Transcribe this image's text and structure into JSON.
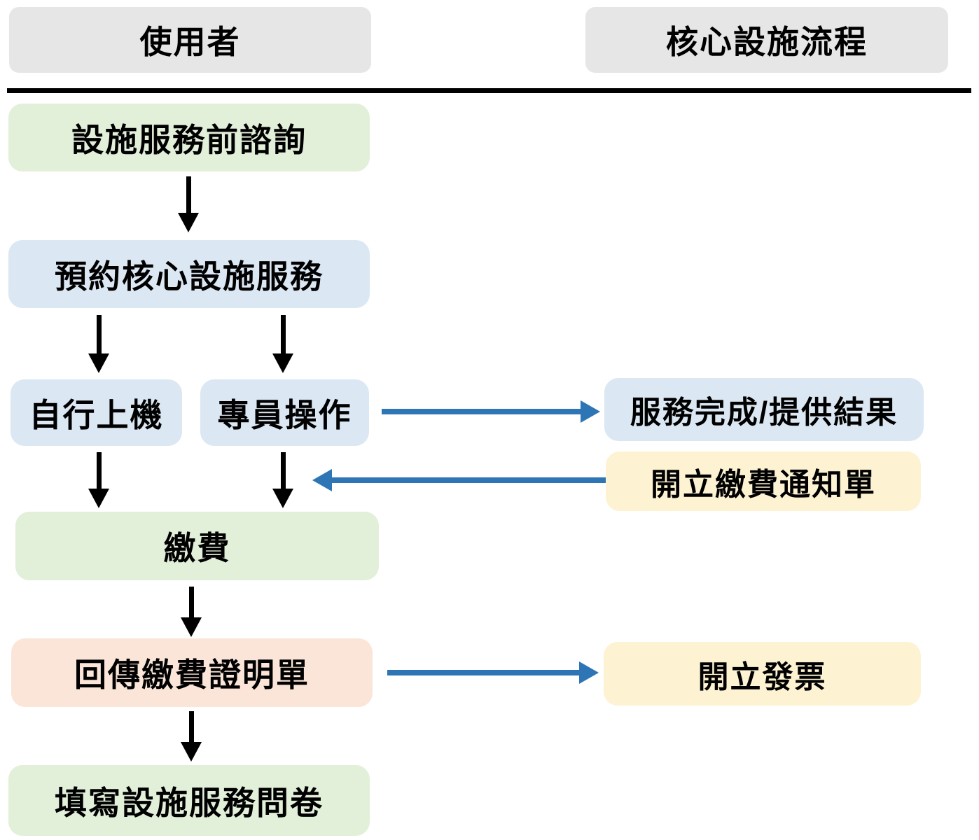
{
  "diagram": {
    "type": "flowchart",
    "title": "core facility service flow (swimlane)",
    "lanes": [
      {
        "label": "使用者"
      },
      {
        "label": "核心設施流程"
      }
    ],
    "colors": {
      "lane_header": "#e7e6e6",
      "green": "#e2efd9",
      "blue": "#dbe7f3",
      "yellow": "#fdf2d2",
      "orange": "#fbe5d8",
      "arrow_black": "#000000",
      "arrow_blue": "#2e75b6",
      "divider": "#000000",
      "text": "#000000",
      "background": "#ffffff"
    },
    "nodes": [
      {
        "label": "設施服務前諮詢",
        "lane": "使用者",
        "fill": "green"
      },
      {
        "label": "預約核心設施服務",
        "lane": "使用者",
        "fill": "blue"
      },
      {
        "label": "自行上機",
        "lane": "使用者",
        "fill": "blue"
      },
      {
        "label": "專員操作",
        "lane": "使用者",
        "fill": "blue"
      },
      {
        "label": "服務完成/提供結果",
        "lane": "核心設施流程",
        "fill": "blue"
      },
      {
        "label": "開立繳費通知單",
        "lane": "核心設施流程",
        "fill": "yellow"
      },
      {
        "label": "繳費",
        "lane": "使用者",
        "fill": "green"
      },
      {
        "label": "回傳繳費證明單",
        "lane": "使用者",
        "fill": "orange"
      },
      {
        "label": "開立發票",
        "lane": "核心設施流程",
        "fill": "yellow"
      },
      {
        "label": "填寫設施服務問卷",
        "lane": "使用者",
        "fill": "green"
      }
    ],
    "edges": [
      {
        "from": "設施服務前諮詢",
        "to": "預約核心設施服務",
        "style": "black-down"
      },
      {
        "from": "預約核心設施服務",
        "to": "自行上機",
        "style": "black-down"
      },
      {
        "from": "預約核心設施服務",
        "to": "專員操作",
        "style": "black-down"
      },
      {
        "from": "專員操作",
        "to": "服務完成/提供結果",
        "style": "blue-right"
      },
      {
        "from": "開立繳費通知單",
        "to": "專員操作下行流程",
        "style": "blue-left"
      },
      {
        "from": "自行上機",
        "to": "繳費",
        "style": "black-down"
      },
      {
        "from": "專員操作",
        "to": "繳費",
        "style": "black-down"
      },
      {
        "from": "繳費",
        "to": "回傳繳費證明單",
        "style": "black-down"
      },
      {
        "from": "回傳繳費證明單",
        "to": "開立發票",
        "style": "blue-right"
      },
      {
        "from": "回傳繳費證明單",
        "to": "填寫設施服務問卷",
        "style": "black-down"
      }
    ]
  }
}
